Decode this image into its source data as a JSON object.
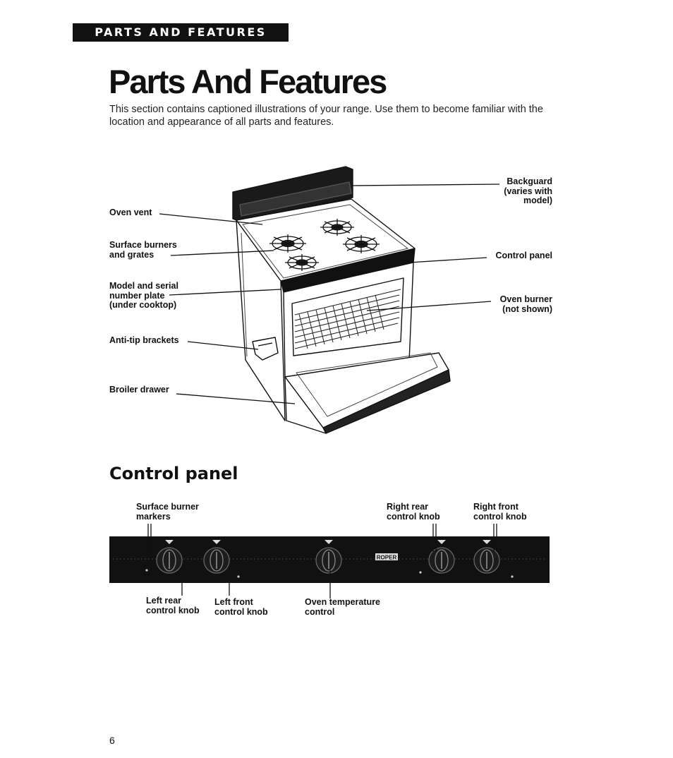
{
  "header": {
    "section_label": "PARTS AND FEATURES",
    "title": "Parts And Features",
    "intro": "This section contains captioned illustrations of your range. Use them to become familiar with the location and appearance of all parts and features."
  },
  "range_diagram": {
    "labels": {
      "oven_vent": "Oven vent",
      "surface_burners_1": "Surface burners",
      "surface_burners_2": "and grates",
      "model_serial_1": "Model and serial",
      "model_serial_2": "number plate",
      "model_serial_3": "(under cooktop)",
      "anti_tip": "Anti-tip brackets",
      "broiler_drawer": "Broiler drawer",
      "backguard_1": "Backguard",
      "backguard_2": "(varies with",
      "backguard_3": "model)",
      "control_panel": "Control panel",
      "oven_burner_1": "Oven burner",
      "oven_burner_2": "(not shown)"
    }
  },
  "control_panel": {
    "heading": "Control panel",
    "labels": {
      "surface_markers_1": "Surface burner",
      "surface_markers_2": "markers",
      "right_rear_1": "Right rear",
      "right_rear_2": "control knob",
      "right_front_1": "Right front",
      "right_front_2": "control knob",
      "left_rear_1": "Left rear",
      "left_rear_2": "control knob",
      "left_front_1": "Left front",
      "left_front_2": "control knob",
      "oven_temp_1": "Oven temperature",
      "oven_temp_2": "control"
    },
    "badge_text": "ROPER"
  },
  "footer": {
    "page_number": "6"
  }
}
